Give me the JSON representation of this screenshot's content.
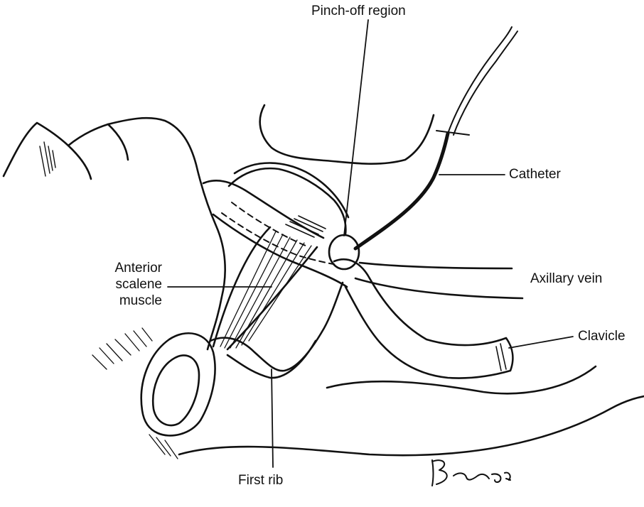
{
  "labels": {
    "pinch_off": "Pinch-off region",
    "catheter": "Catheter",
    "axillary_vein": "Axillary vein",
    "clavicle": "Clavicle",
    "first_rib": "First rib",
    "anterior_scalene": [
      "Anterior",
      "scalene",
      "muscle"
    ]
  },
  "signature": {
    "text": "Bjerr 90"
  },
  "colors": {
    "ink": "#111111",
    "background": "#ffffff"
  }
}
